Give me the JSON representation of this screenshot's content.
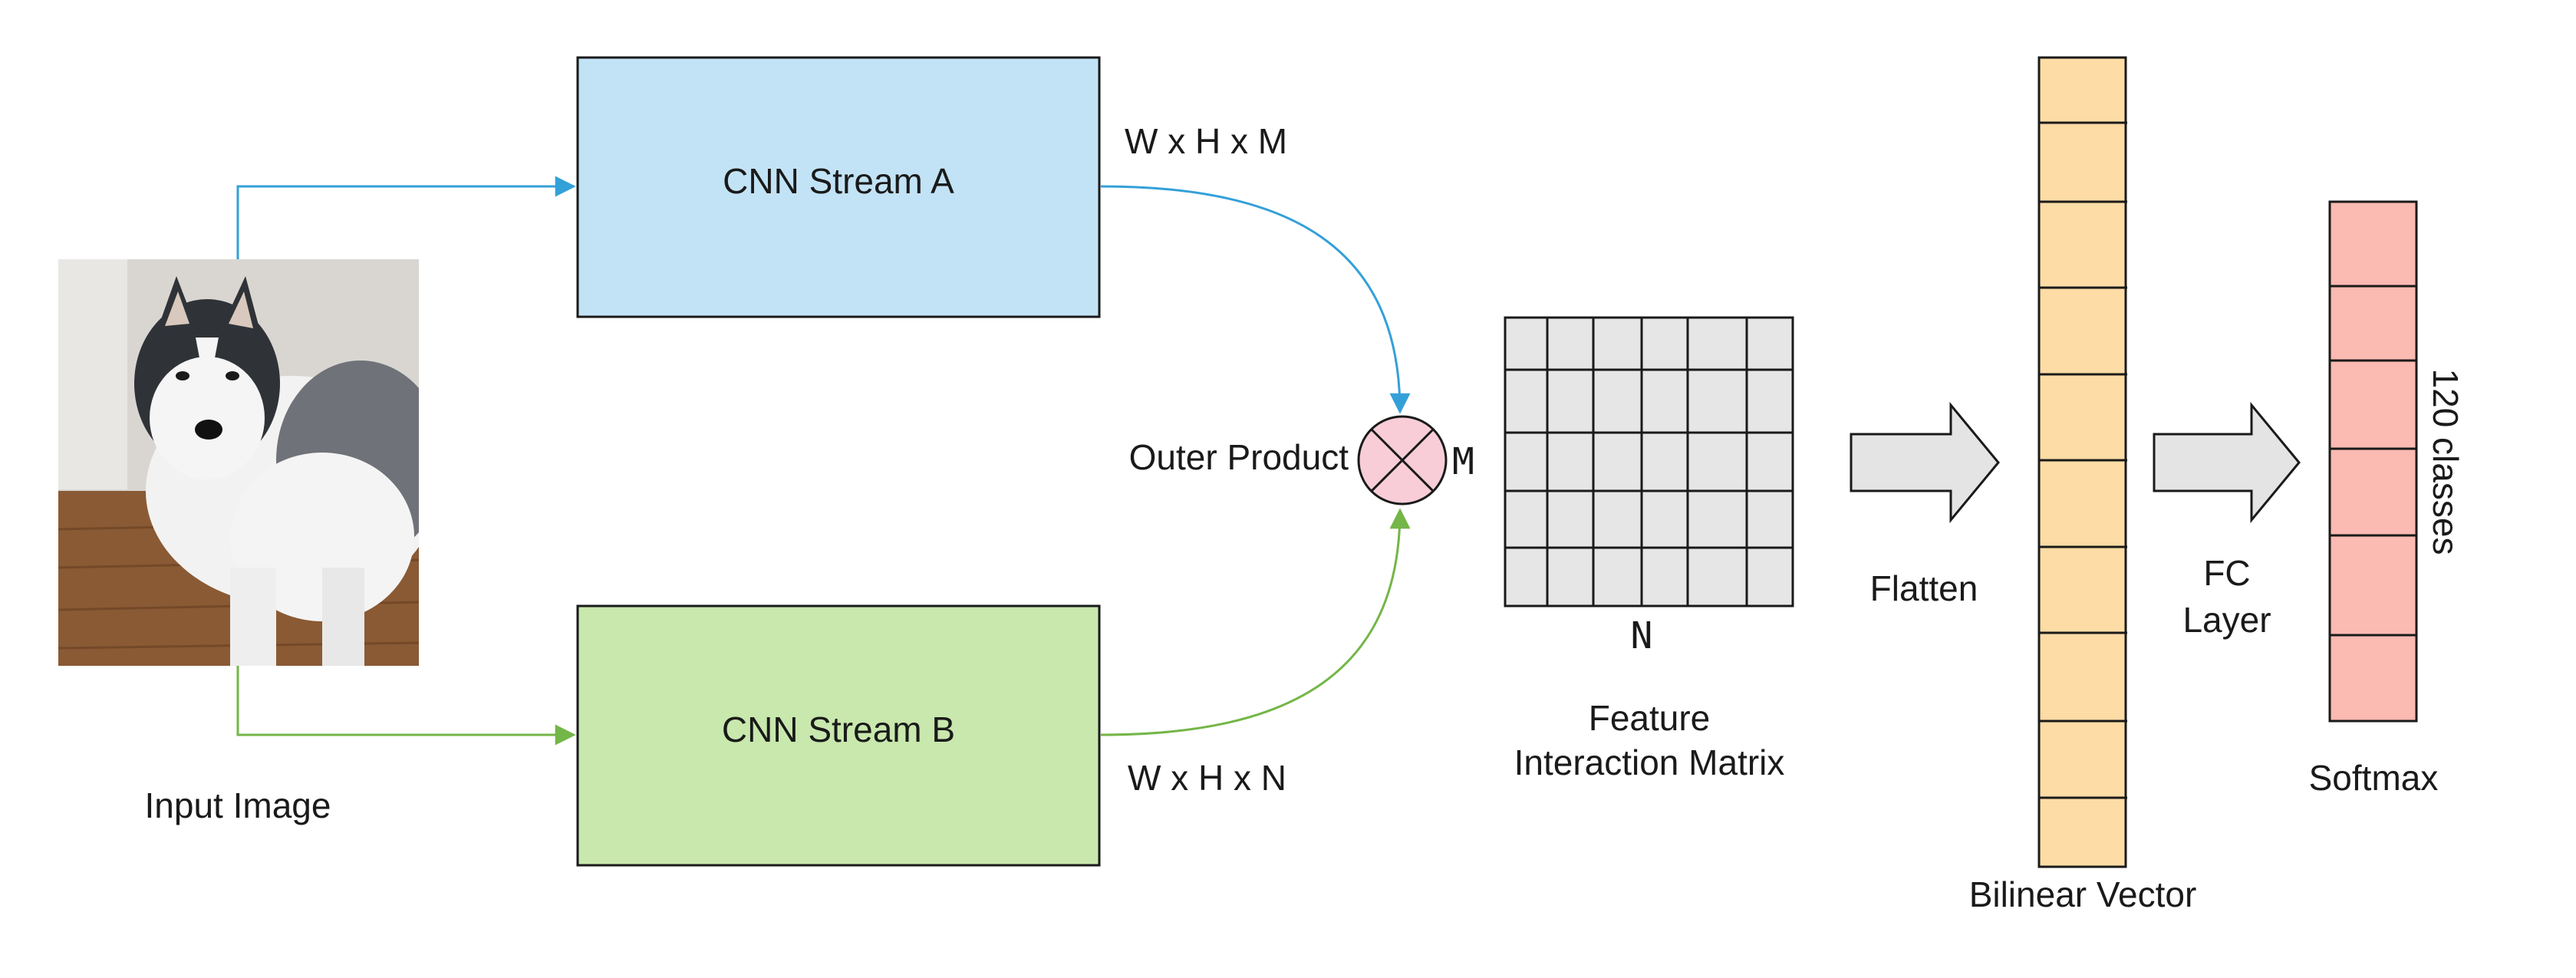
{
  "input": {
    "label": "Input Image",
    "photo_alt": "husky dog photo"
  },
  "stream_a": {
    "label": "CNN Stream A",
    "dims": "W x H x M",
    "color": "#c2e3f5",
    "line_color": "#34a0d8"
  },
  "stream_b": {
    "label": "CNN Stream B",
    "dims": "W x H x N",
    "color": "#c8e8ad",
    "line_color": "#74b648"
  },
  "outer_product": {
    "label": "Outer Product",
    "fill": "#f8cdd8"
  },
  "matrix": {
    "row_label": "M",
    "col_label": "N",
    "caption_line1": "Feature",
    "caption_line2": "Interaction Matrix",
    "fill": "#e6e6e6",
    "rows": 5,
    "cols": 6
  },
  "flatten": {
    "label": "Flatten",
    "fill": "#e4e4e4"
  },
  "bilinear": {
    "label": "Bilinear Vector",
    "fill": "#fddca5",
    "cells": 10
  },
  "fc": {
    "label_line1": "FC",
    "label_line2": "Layer",
    "fill": "#e4e4e4"
  },
  "softmax": {
    "label": "Softmax",
    "classes": "120 classes",
    "fill": "#fbbab2",
    "cells": 6
  }
}
